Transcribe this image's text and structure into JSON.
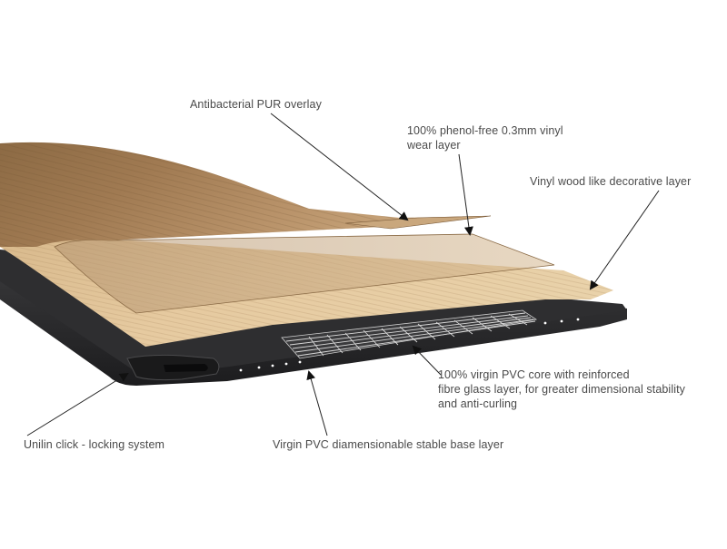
{
  "labels": {
    "overlay": "Antibacterial PUR overlay",
    "wear": [
      "100% phenol-free 0.3mm vinyl",
      "wear layer"
    ],
    "decorative": "Vinyl wood like decorative layer",
    "core": [
      "100% virgin PVC core with reinforced",
      "fibre glass layer, for greater dimensional stability",
      "and anti-curling"
    ],
    "base": "Virgin PVC diamensionable stable base layer",
    "click": "Unilin click - locking system"
  },
  "colors": {
    "background": "#ffffff",
    "label_text": "#4a4a4a",
    "leader_line": "#222222",
    "core": "#2b2b2d",
    "wood_dark": "#8a6a45",
    "wood_light": "#d9b98a"
  }
}
